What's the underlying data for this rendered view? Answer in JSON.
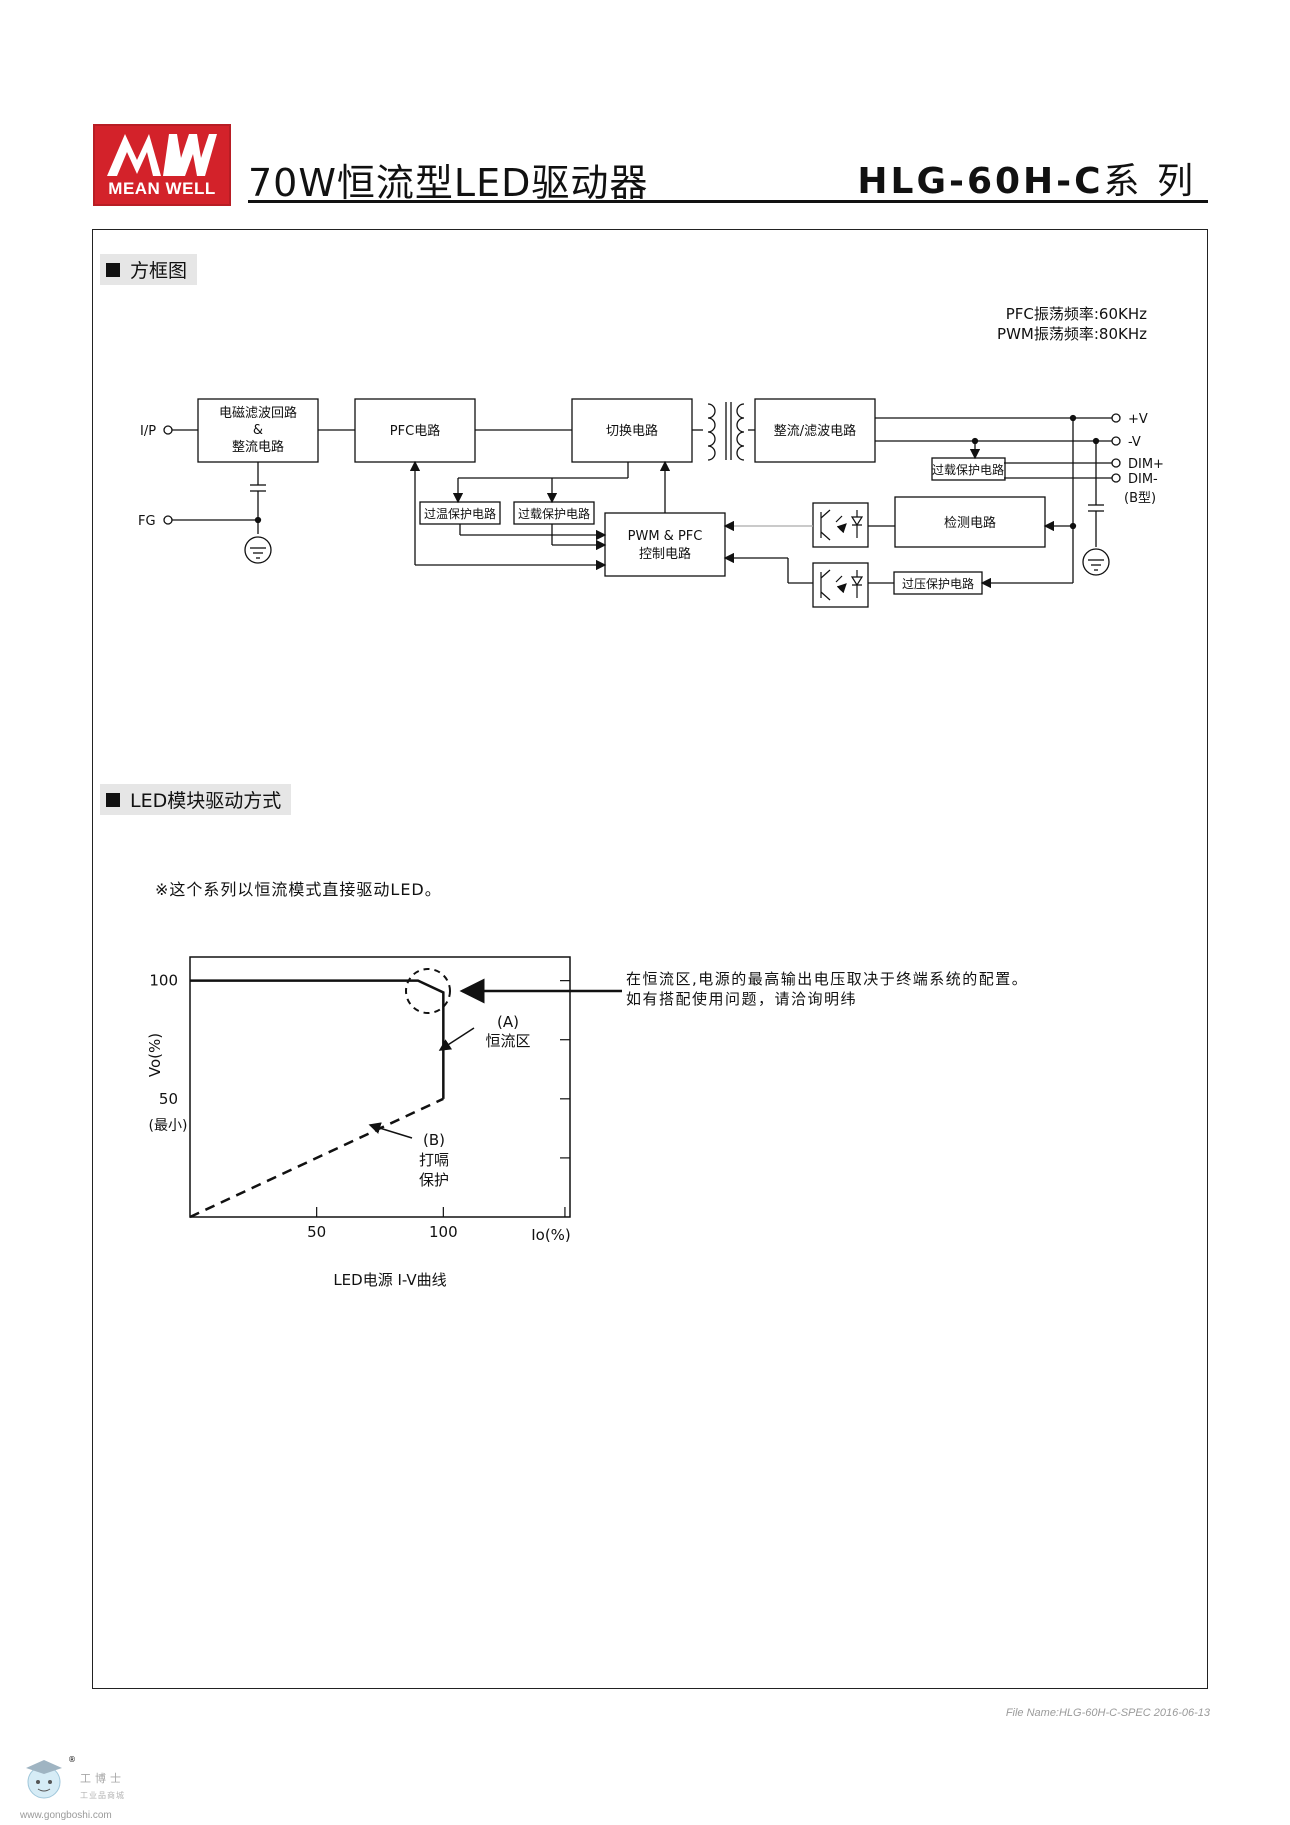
{
  "header": {
    "brand": "MEAN WELL",
    "title": "70W恒流型LED驱动器",
    "series_bold": "HLG-60H-C",
    "series_suffix": "系 列"
  },
  "sections": {
    "block_diagram": "方框图",
    "led_drive": "LED模块驱动方式"
  },
  "oscillation": {
    "pfc": "PFC振荡频率:60KHz",
    "pwm": "PWM振荡频率:80KHz"
  },
  "diagram": {
    "inputs": {
      "ip": "I/P",
      "fg": "FG"
    },
    "emi_line1": "电磁滤波回路",
    "emi_amp": "&",
    "emi_line2": "整流电路",
    "pfc_circuit": "PFC电路",
    "switching": "切换电路",
    "rectifier_filter": "整流/滤波电路",
    "otp": "过温保护电路",
    "olp1": "过载保护电路",
    "olp2": "过载保护电路",
    "control_line1": "PWM & PFC",
    "control_line2": "控制电路",
    "detection": "检测电路",
    "ovp": "过压保护电路",
    "outputs": {
      "pos": "+V",
      "neg": "-V",
      "dim_pos": "DIM+",
      "dim_neg": "DIM-",
      "b_type": "(B型)"
    }
  },
  "led_note": "※这个系列以恒流模式直接驱动LED。",
  "chart_data": {
    "type": "line",
    "title": "LED电源 I-V曲线",
    "xlabel": "Io(%)",
    "ylabel": "Vo(%)",
    "x_ticks": [
      "50",
      "100"
    ],
    "y_ticks": [
      "100",
      "50"
    ],
    "y_min_label": "(最小)",
    "xlim": [
      0,
      150
    ],
    "ylim": [
      0,
      110
    ],
    "series": [
      {
        "style": "solid",
        "x": [
          0,
          90,
          100,
          100
        ],
        "y": [
          100,
          100,
          95,
          50
        ]
      },
      {
        "style": "dashed",
        "x": [
          0,
          100
        ],
        "y": [
          0,
          50
        ]
      }
    ],
    "annotations": {
      "a_label": "(A)",
      "a_text": "恒流区",
      "b_label": "(B)",
      "b_text_1": "打嗝",
      "b_text_2": "保护"
    }
  },
  "cv_note": {
    "line1": "在恒流区,电源的最高输出电压取决于终端系统的配置。",
    "line2": "如有搭配使用问题，请洽询明纬"
  },
  "footer": "File Name:HLG-60H-C-SPEC   2016-06-13",
  "watermark": {
    "cn": "工博士",
    "cn_sub": "工业品商城",
    "url": "www.gongboshi.com"
  }
}
